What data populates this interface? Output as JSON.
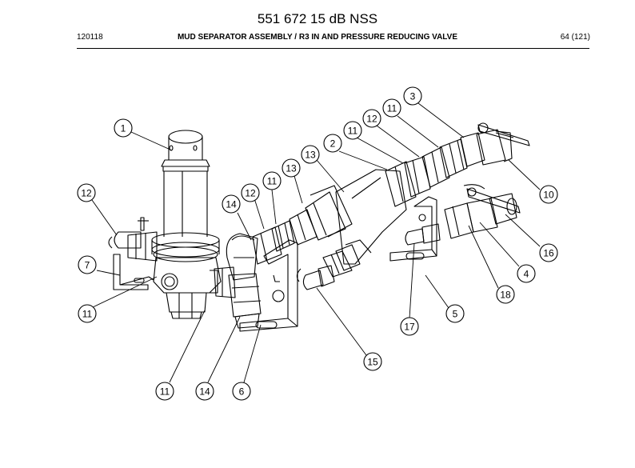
{
  "header": {
    "title": "551 672 15 dB NSS",
    "doc_number": "120118",
    "subtitle": "MUD SEPARATOR ASSEMBLY / R3 IN AND PRESSURE REDUCING VALVE",
    "page": "64 (121)"
  },
  "callouts": [
    "1",
    "12",
    "7",
    "11",
    "11",
    "14",
    "6",
    "14",
    "12",
    "11",
    "13",
    "13",
    "2",
    "11",
    "12",
    "11",
    "3",
    "10",
    "16",
    "4",
    "18",
    "5",
    "17",
    "15"
  ]
}
